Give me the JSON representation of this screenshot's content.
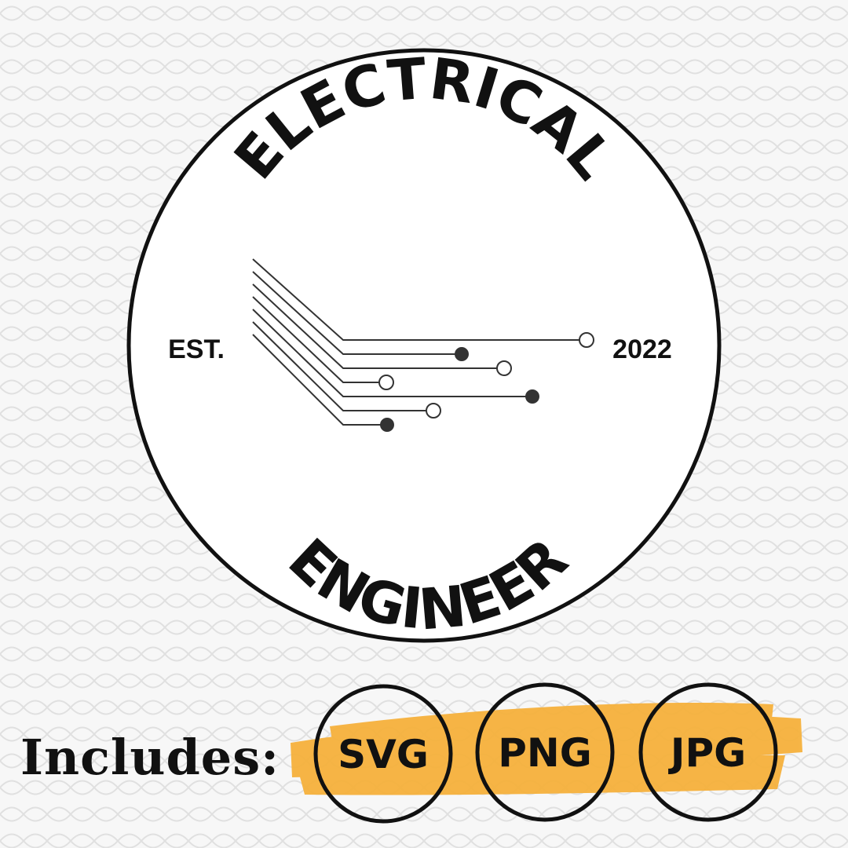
{
  "badge": {
    "top_text": "ELECTRICAL",
    "bottom_text": "ENGINEER",
    "est_label": "EST.",
    "year": "2022"
  },
  "includes": {
    "label": "Includes:",
    "formats": [
      "SVG",
      "PNG",
      "JPG"
    ]
  },
  "circuit_icon": "circuit-traces-icon",
  "colors": {
    "ink": "#111111",
    "highlight": "#f6b13c",
    "background": "#f7f7f7",
    "pattern": "#e2e2e2"
  }
}
